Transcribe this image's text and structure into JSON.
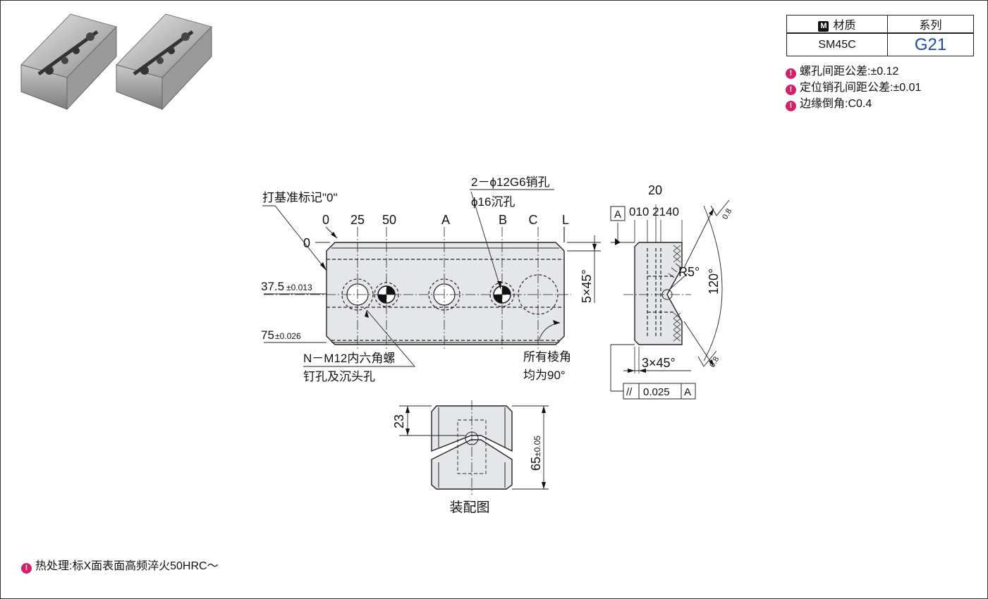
{
  "spec": {
    "material_icon": "M",
    "material_header": "材质",
    "series_header": "系列",
    "material_value": "SM45C",
    "series_value": "G21"
  },
  "notes": [
    "螺孔间距公差:±0.12",
    "定位销孔间距公差:±0.01",
    "边缘倒角:C0.4"
  ],
  "heat_treatment": "热处理:标X面表面高频淬火50HRC～",
  "front_view": {
    "mark_label": "打基准标记\"0\"",
    "pin_label_1": "2－ϕ12G6销孔",
    "pin_label_2": "ϕ16沉孔",
    "top_labels": [
      "0",
      "25",
      "50",
      "A",
      "B",
      "C",
      "L"
    ],
    "left_zero": "0",
    "dim_37_main": "37.5",
    "dim_37_tol": "±0.013",
    "dim_75_main": "75",
    "dim_75_tol": "±0.026",
    "screw_label_1": "N－M12内六角螺",
    "screw_label_2": "钉孔及沉头孔",
    "edge_label_1": "所有棱角",
    "edge_label_2": "均为90°",
    "chamfer_right": "5×45°"
  },
  "side_view": {
    "datum": "A",
    "top_dims": "010 2140",
    "dim_20": "20",
    "radius": "R5°",
    "angle": "120°",
    "rough_top": "0.8",
    "rough_bottom": "0.8",
    "chamfer_bottom": "3×45°",
    "tol_symbol": "//",
    "tol_value": "0.025",
    "tol_datum": "A"
  },
  "assembly": {
    "dim_23": "23",
    "dim_65_main": "65",
    "dim_65_tol": "±0.05",
    "caption": "装配图"
  }
}
